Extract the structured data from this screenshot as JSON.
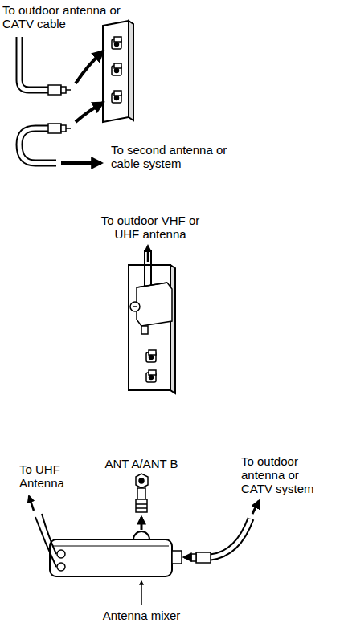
{
  "diagram": {
    "labels": [
      "To outdoor antenna or CATV cable",
      "To second antenna or cable system",
      "To outdoor VHF or UHF antenna",
      "To UHF Antenna",
      "ANT A/ANT B",
      "To outdoor antenna or CATV system",
      "Antenna mixer"
    ]
  }
}
